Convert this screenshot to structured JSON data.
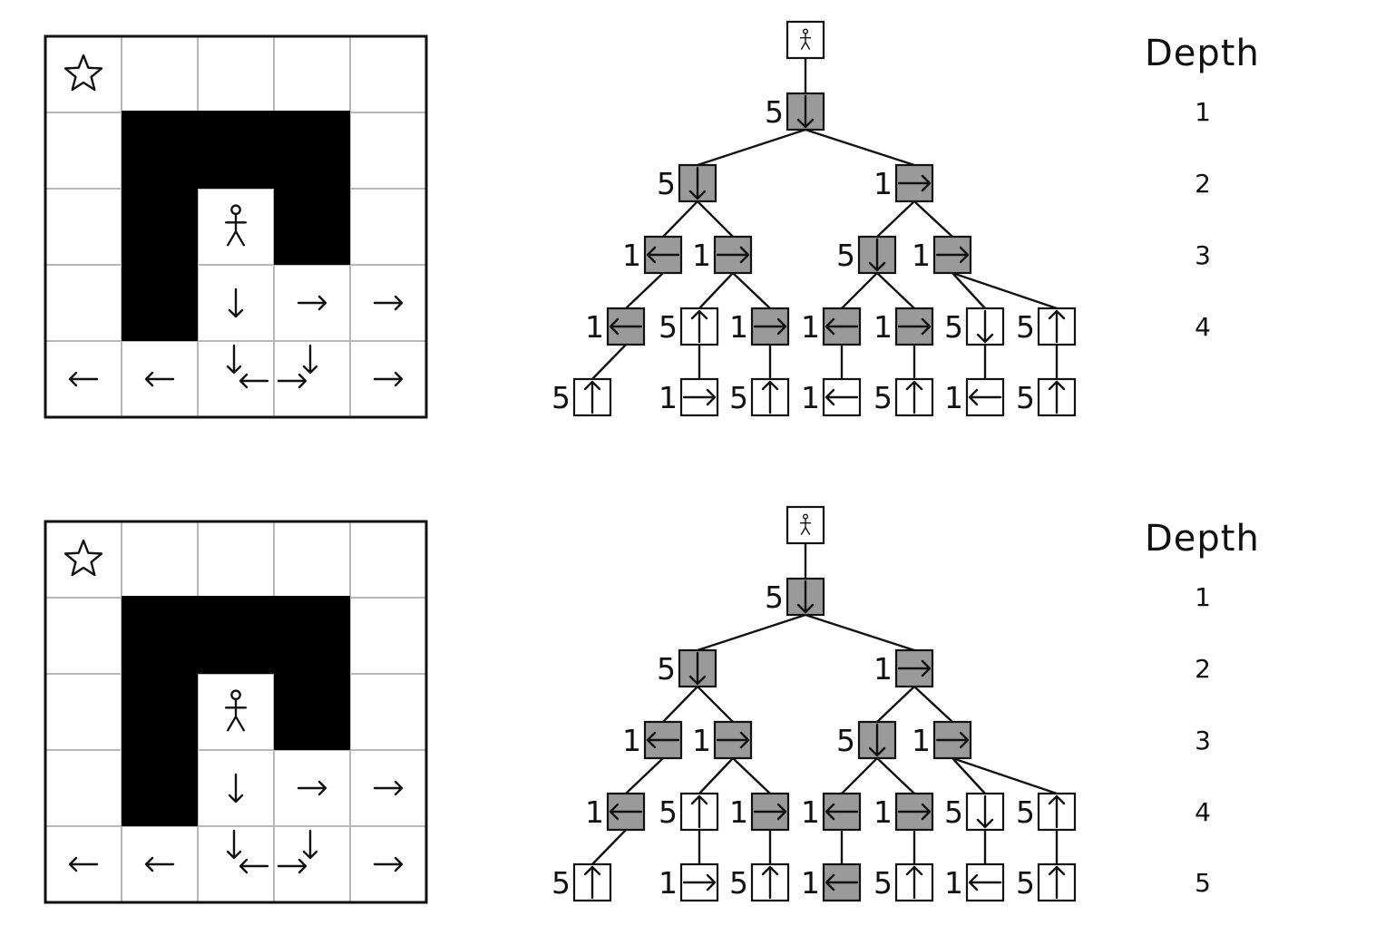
{
  "colors": {
    "expanded": "#9a9a9a",
    "unexpanded": "#ffffff",
    "wall": "#000000",
    "grid": "#b8b8b8"
  },
  "panels": [
    {
      "depth_header": "Depth",
      "depth_levels": [
        "1",
        "2",
        "3",
        "4"
      ],
      "maze": {
        "goal_icon": "star-icon",
        "agent_icon": "stick-figure-icon",
        "arrows": [
          {
            "row": 3,
            "col": 2,
            "dir": "down"
          },
          {
            "row": 3,
            "col": 3,
            "dir": "right"
          },
          {
            "row": 3,
            "col": 4,
            "dir": "right"
          },
          {
            "row": 4,
            "col": 0,
            "dir": "left"
          },
          {
            "row": 4,
            "col": 1,
            "dir": "left"
          },
          {
            "row": 4,
            "col": 2,
            "dir": "down"
          },
          {
            "row": 4,
            "col": 2,
            "dir": "left"
          },
          {
            "row": 4,
            "col": 3,
            "dir": "down"
          },
          {
            "row": 4,
            "col": 3,
            "dir": "right"
          },
          {
            "row": 4,
            "col": 4,
            "dir": "right"
          }
        ]
      },
      "tree": {
        "root_icon": "stick-figure-icon",
        "nodes": [
          {
            "id": "a",
            "parent": "root",
            "label": "5",
            "dir": "down",
            "expanded": true
          },
          {
            "id": "b",
            "parent": "a",
            "label": "5",
            "dir": "down",
            "expanded": true
          },
          {
            "id": "c",
            "parent": "a",
            "label": "1",
            "dir": "right",
            "expanded": true
          },
          {
            "id": "d",
            "parent": "b",
            "label": "1",
            "dir": "left",
            "expanded": true
          },
          {
            "id": "e",
            "parent": "b",
            "label": "1",
            "dir": "right",
            "expanded": true
          },
          {
            "id": "f",
            "parent": "c",
            "label": "5",
            "dir": "down",
            "expanded": true
          },
          {
            "id": "g",
            "parent": "c",
            "label": "1",
            "dir": "right",
            "expanded": true
          },
          {
            "id": "h",
            "parent": "d",
            "label": "1",
            "dir": "left",
            "expanded": true
          },
          {
            "id": "i",
            "parent": "e",
            "label": "5",
            "dir": "up",
            "expanded": false
          },
          {
            "id": "j",
            "parent": "e",
            "label": "1",
            "dir": "right",
            "expanded": true
          },
          {
            "id": "k",
            "parent": "f",
            "label": "1",
            "dir": "left",
            "expanded": true
          },
          {
            "id": "l",
            "parent": "f",
            "label": "1",
            "dir": "right",
            "expanded": true
          },
          {
            "id": "m",
            "parent": "g",
            "label": "5",
            "dir": "down",
            "expanded": false
          },
          {
            "id": "n",
            "parent": "g",
            "label": "5",
            "dir": "up",
            "expanded": false
          },
          {
            "id": "o",
            "parent": "h",
            "label": "5",
            "dir": "up",
            "expanded": false
          },
          {
            "id": "p",
            "parent": "i",
            "label": "1",
            "dir": "right",
            "expanded": false
          },
          {
            "id": "q",
            "parent": "j",
            "label": "5",
            "dir": "up",
            "expanded": false
          },
          {
            "id": "r",
            "parent": "k",
            "label": "1",
            "dir": "left",
            "expanded": false
          },
          {
            "id": "s",
            "parent": "l",
            "label": "5",
            "dir": "up",
            "expanded": false
          },
          {
            "id": "t",
            "parent": "m",
            "label": "1",
            "dir": "left",
            "expanded": false
          },
          {
            "id": "u",
            "parent": "n",
            "label": "5",
            "dir": "up",
            "expanded": false
          }
        ]
      }
    },
    {
      "depth_header": "Depth",
      "depth_levels": [
        "1",
        "2",
        "3",
        "4",
        "5"
      ],
      "maze": {
        "goal_icon": "star-icon",
        "agent_icon": "stick-figure-icon",
        "arrows": [
          {
            "row": 3,
            "col": 2,
            "dir": "down"
          },
          {
            "row": 3,
            "col": 3,
            "dir": "right"
          },
          {
            "row": 3,
            "col": 4,
            "dir": "right"
          },
          {
            "row": 4,
            "col": 0,
            "dir": "left"
          },
          {
            "row": 4,
            "col": 1,
            "dir": "left"
          },
          {
            "row": 4,
            "col": 2,
            "dir": "down"
          },
          {
            "row": 4,
            "col": 2,
            "dir": "left"
          },
          {
            "row": 4,
            "col": 3,
            "dir": "down"
          },
          {
            "row": 4,
            "col": 3,
            "dir": "right"
          },
          {
            "row": 4,
            "col": 4,
            "dir": "right"
          }
        ]
      },
      "tree": {
        "root_icon": "stick-figure-icon",
        "nodes": [
          {
            "id": "a",
            "parent": "root",
            "label": "5",
            "dir": "down",
            "expanded": true
          },
          {
            "id": "b",
            "parent": "a",
            "label": "5",
            "dir": "down",
            "expanded": true
          },
          {
            "id": "c",
            "parent": "a",
            "label": "1",
            "dir": "right",
            "expanded": true
          },
          {
            "id": "d",
            "parent": "b",
            "label": "1",
            "dir": "left",
            "expanded": true
          },
          {
            "id": "e",
            "parent": "b",
            "label": "1",
            "dir": "right",
            "expanded": true
          },
          {
            "id": "f",
            "parent": "c",
            "label": "5",
            "dir": "down",
            "expanded": true
          },
          {
            "id": "g",
            "parent": "c",
            "label": "1",
            "dir": "right",
            "expanded": true
          },
          {
            "id": "h",
            "parent": "d",
            "label": "1",
            "dir": "left",
            "expanded": true
          },
          {
            "id": "i",
            "parent": "e",
            "label": "5",
            "dir": "up",
            "expanded": false
          },
          {
            "id": "j",
            "parent": "e",
            "label": "1",
            "dir": "right",
            "expanded": true
          },
          {
            "id": "k",
            "parent": "f",
            "label": "1",
            "dir": "left",
            "expanded": true
          },
          {
            "id": "l",
            "parent": "f",
            "label": "1",
            "dir": "right",
            "expanded": true
          },
          {
            "id": "m",
            "parent": "g",
            "label": "5",
            "dir": "down",
            "expanded": false
          },
          {
            "id": "n",
            "parent": "g",
            "label": "5",
            "dir": "up",
            "expanded": false
          },
          {
            "id": "o",
            "parent": "h",
            "label": "5",
            "dir": "up",
            "expanded": false
          },
          {
            "id": "p",
            "parent": "i",
            "label": "1",
            "dir": "right",
            "expanded": false
          },
          {
            "id": "q",
            "parent": "j",
            "label": "5",
            "dir": "up",
            "expanded": false
          },
          {
            "id": "r",
            "parent": "k",
            "label": "1",
            "dir": "left",
            "expanded": true
          },
          {
            "id": "s",
            "parent": "l",
            "label": "5",
            "dir": "up",
            "expanded": false
          },
          {
            "id": "t",
            "parent": "m",
            "label": "1",
            "dir": "left",
            "expanded": false
          },
          {
            "id": "u",
            "parent": "n",
            "label": "5",
            "dir": "up",
            "expanded": false
          }
        ]
      }
    }
  ]
}
